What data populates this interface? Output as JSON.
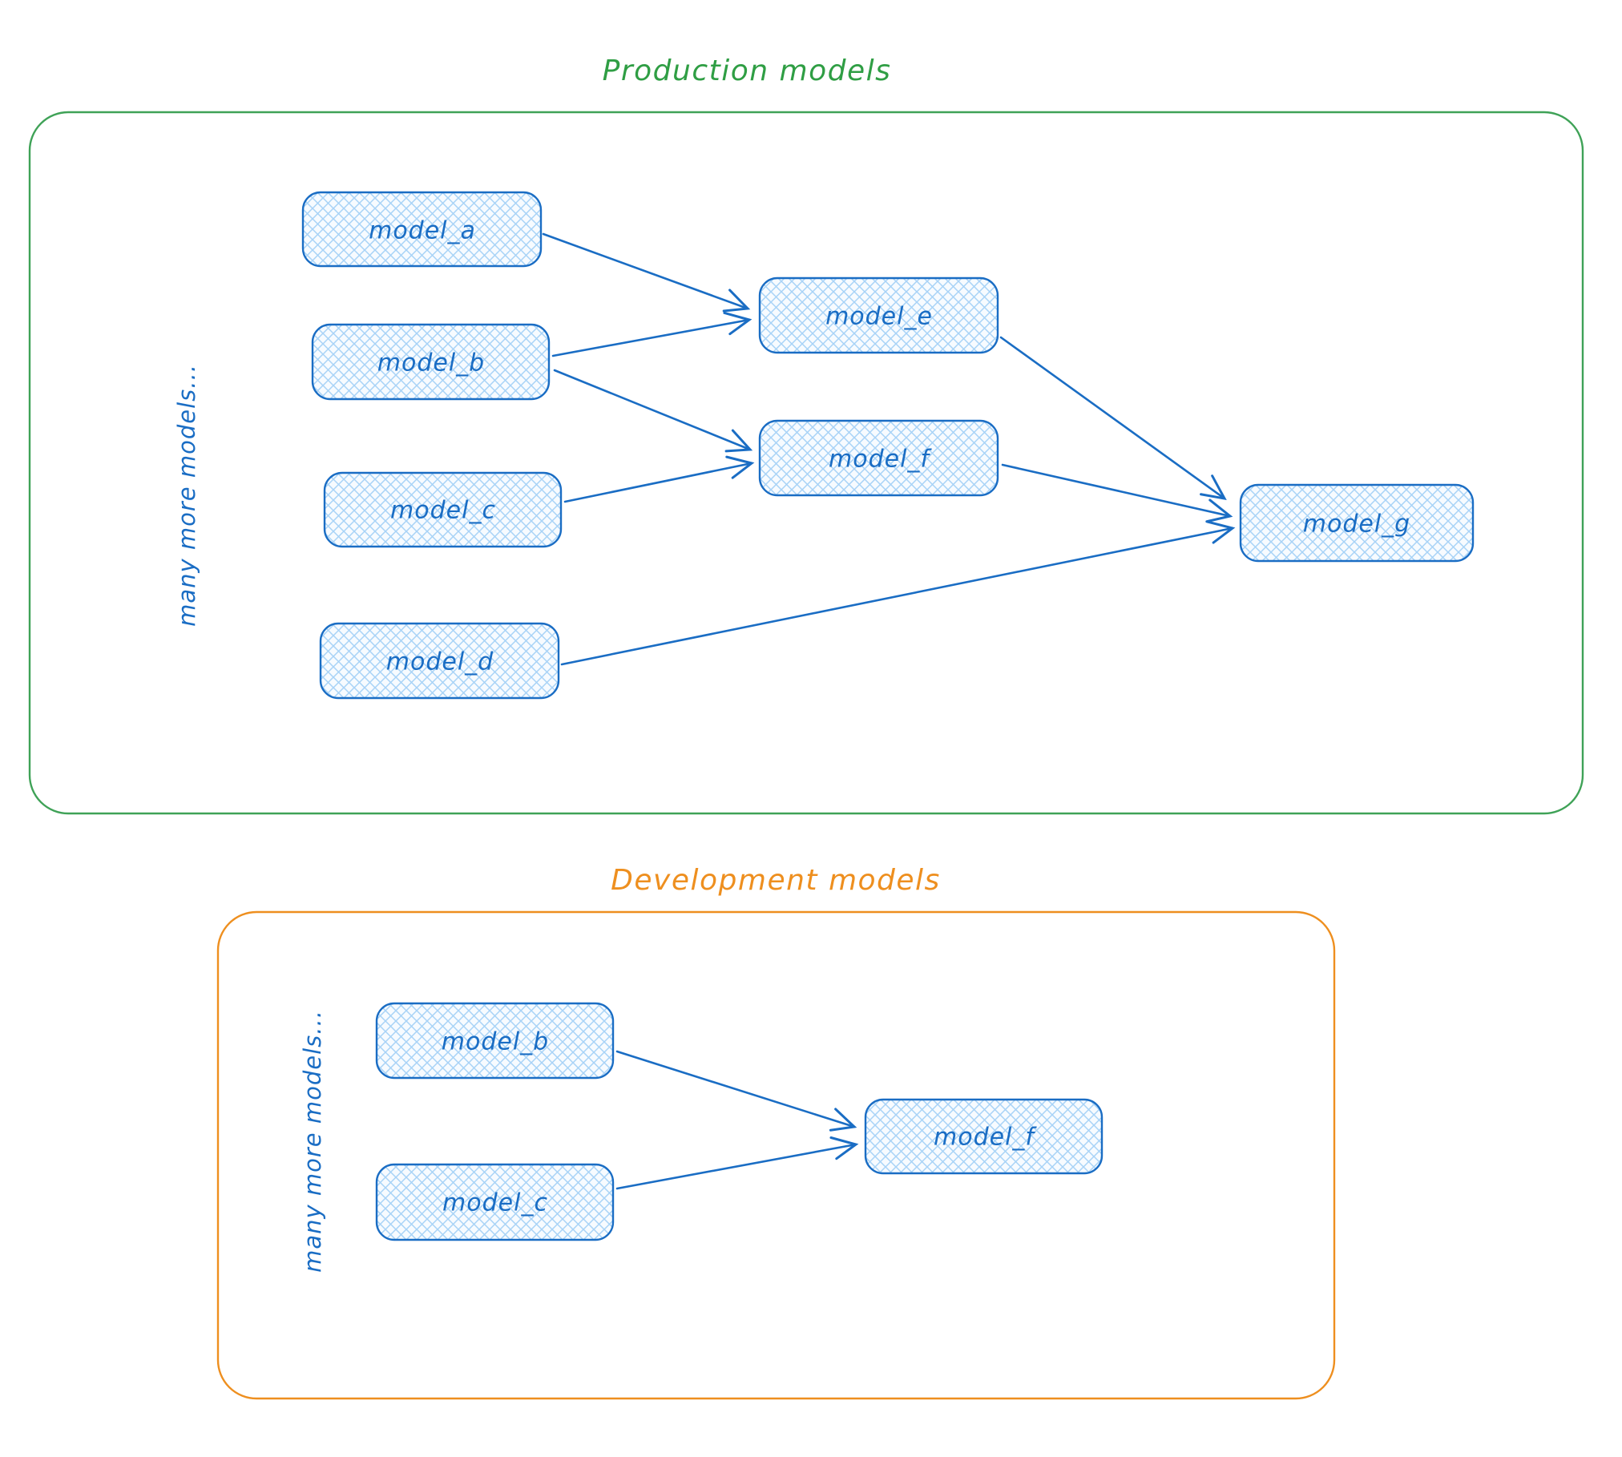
{
  "colors": {
    "node_stroke": "#1a6dc4",
    "node_hatch_fill": "#a8d3f7",
    "node_label_text": "#1a6dc4",
    "production_accent": "#2f9e44",
    "development_accent": "#ee8f1f",
    "background": "#ffffff"
  },
  "production": {
    "title": "Production models",
    "side_note": "many more models...",
    "nodes": [
      {
        "id": "model_a",
        "label": "model_a"
      },
      {
        "id": "model_b",
        "label": "model_b"
      },
      {
        "id": "model_c",
        "label": "model_c"
      },
      {
        "id": "model_d",
        "label": "model_d"
      },
      {
        "id": "model_e",
        "label": "model_e"
      },
      {
        "id": "model_f",
        "label": "model_f"
      },
      {
        "id": "model_g",
        "label": "model_g"
      }
    ],
    "edges": [
      {
        "from": "model_a",
        "to": "model_e"
      },
      {
        "from": "model_b",
        "to": "model_e"
      },
      {
        "from": "model_b",
        "to": "model_f"
      },
      {
        "from": "model_c",
        "to": "model_f"
      },
      {
        "from": "model_e",
        "to": "model_g"
      },
      {
        "from": "model_f",
        "to": "model_g"
      },
      {
        "from": "model_d",
        "to": "model_g"
      }
    ]
  },
  "development": {
    "title": "Development models",
    "side_note": "many more models...",
    "nodes": [
      {
        "id": "model_b",
        "label": "model_b"
      },
      {
        "id": "model_c",
        "label": "model_c"
      },
      {
        "id": "model_f",
        "label": "model_f"
      }
    ],
    "edges": [
      {
        "from": "model_b",
        "to": "model_f"
      },
      {
        "from": "model_c",
        "to": "model_f"
      }
    ]
  }
}
